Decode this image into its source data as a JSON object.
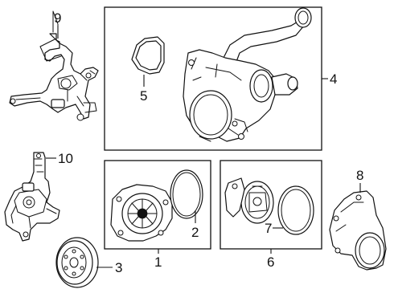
{
  "diagram": {
    "callouts": [
      "1",
      "2",
      "3",
      "4",
      "5",
      "6",
      "7",
      "8",
      "9",
      "10"
    ],
    "colors": {
      "ink": "#111111",
      "background": "#ffffff"
    }
  }
}
